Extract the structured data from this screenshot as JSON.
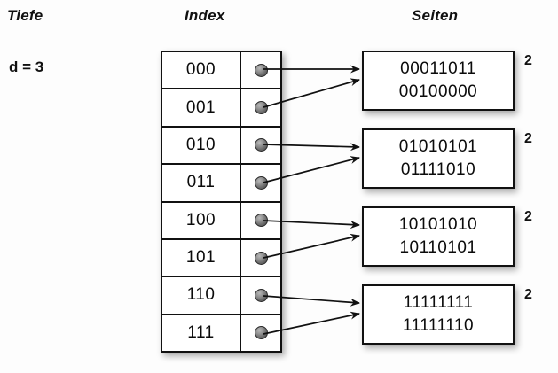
{
  "headings": {
    "depth": "Tiefe",
    "index": "Index",
    "pages": "Seiten"
  },
  "depth": {
    "label": "d = 3"
  },
  "index_table": {
    "rows": [
      {
        "key": "000",
        "pointer_icon": "filled-circle-pointer",
        "target_page": 0
      },
      {
        "key": "001",
        "pointer_icon": "filled-circle-pointer",
        "target_page": 0
      },
      {
        "key": "010",
        "pointer_icon": "filled-circle-pointer",
        "target_page": 1
      },
      {
        "key": "011",
        "pointer_icon": "filled-circle-pointer",
        "target_page": 1
      },
      {
        "key": "100",
        "pointer_icon": "filled-circle-pointer",
        "target_page": 2
      },
      {
        "key": "101",
        "pointer_icon": "filled-circle-pointer",
        "target_page": 2
      },
      {
        "key": "110",
        "pointer_icon": "filled-circle-pointer",
        "target_page": 3
      },
      {
        "key": "111",
        "pointer_icon": "filled-circle-pointer",
        "target_page": 3
      }
    ]
  },
  "pages": [
    {
      "lines": [
        "00011011",
        "00100000"
      ],
      "local_depth": "2"
    },
    {
      "lines": [
        "01010101",
        "01111010"
      ],
      "local_depth": "2"
    },
    {
      "lines": [
        "10101010",
        "10110101"
      ],
      "local_depth": "2"
    },
    {
      "lines": [
        "11111111",
        "11111110"
      ],
      "local_depth": "2"
    }
  ],
  "colors": {
    "background": "#fdfdfd",
    "stroke": "#111111",
    "text": "#0b0b0b",
    "dot": "#6b6b6b"
  }
}
